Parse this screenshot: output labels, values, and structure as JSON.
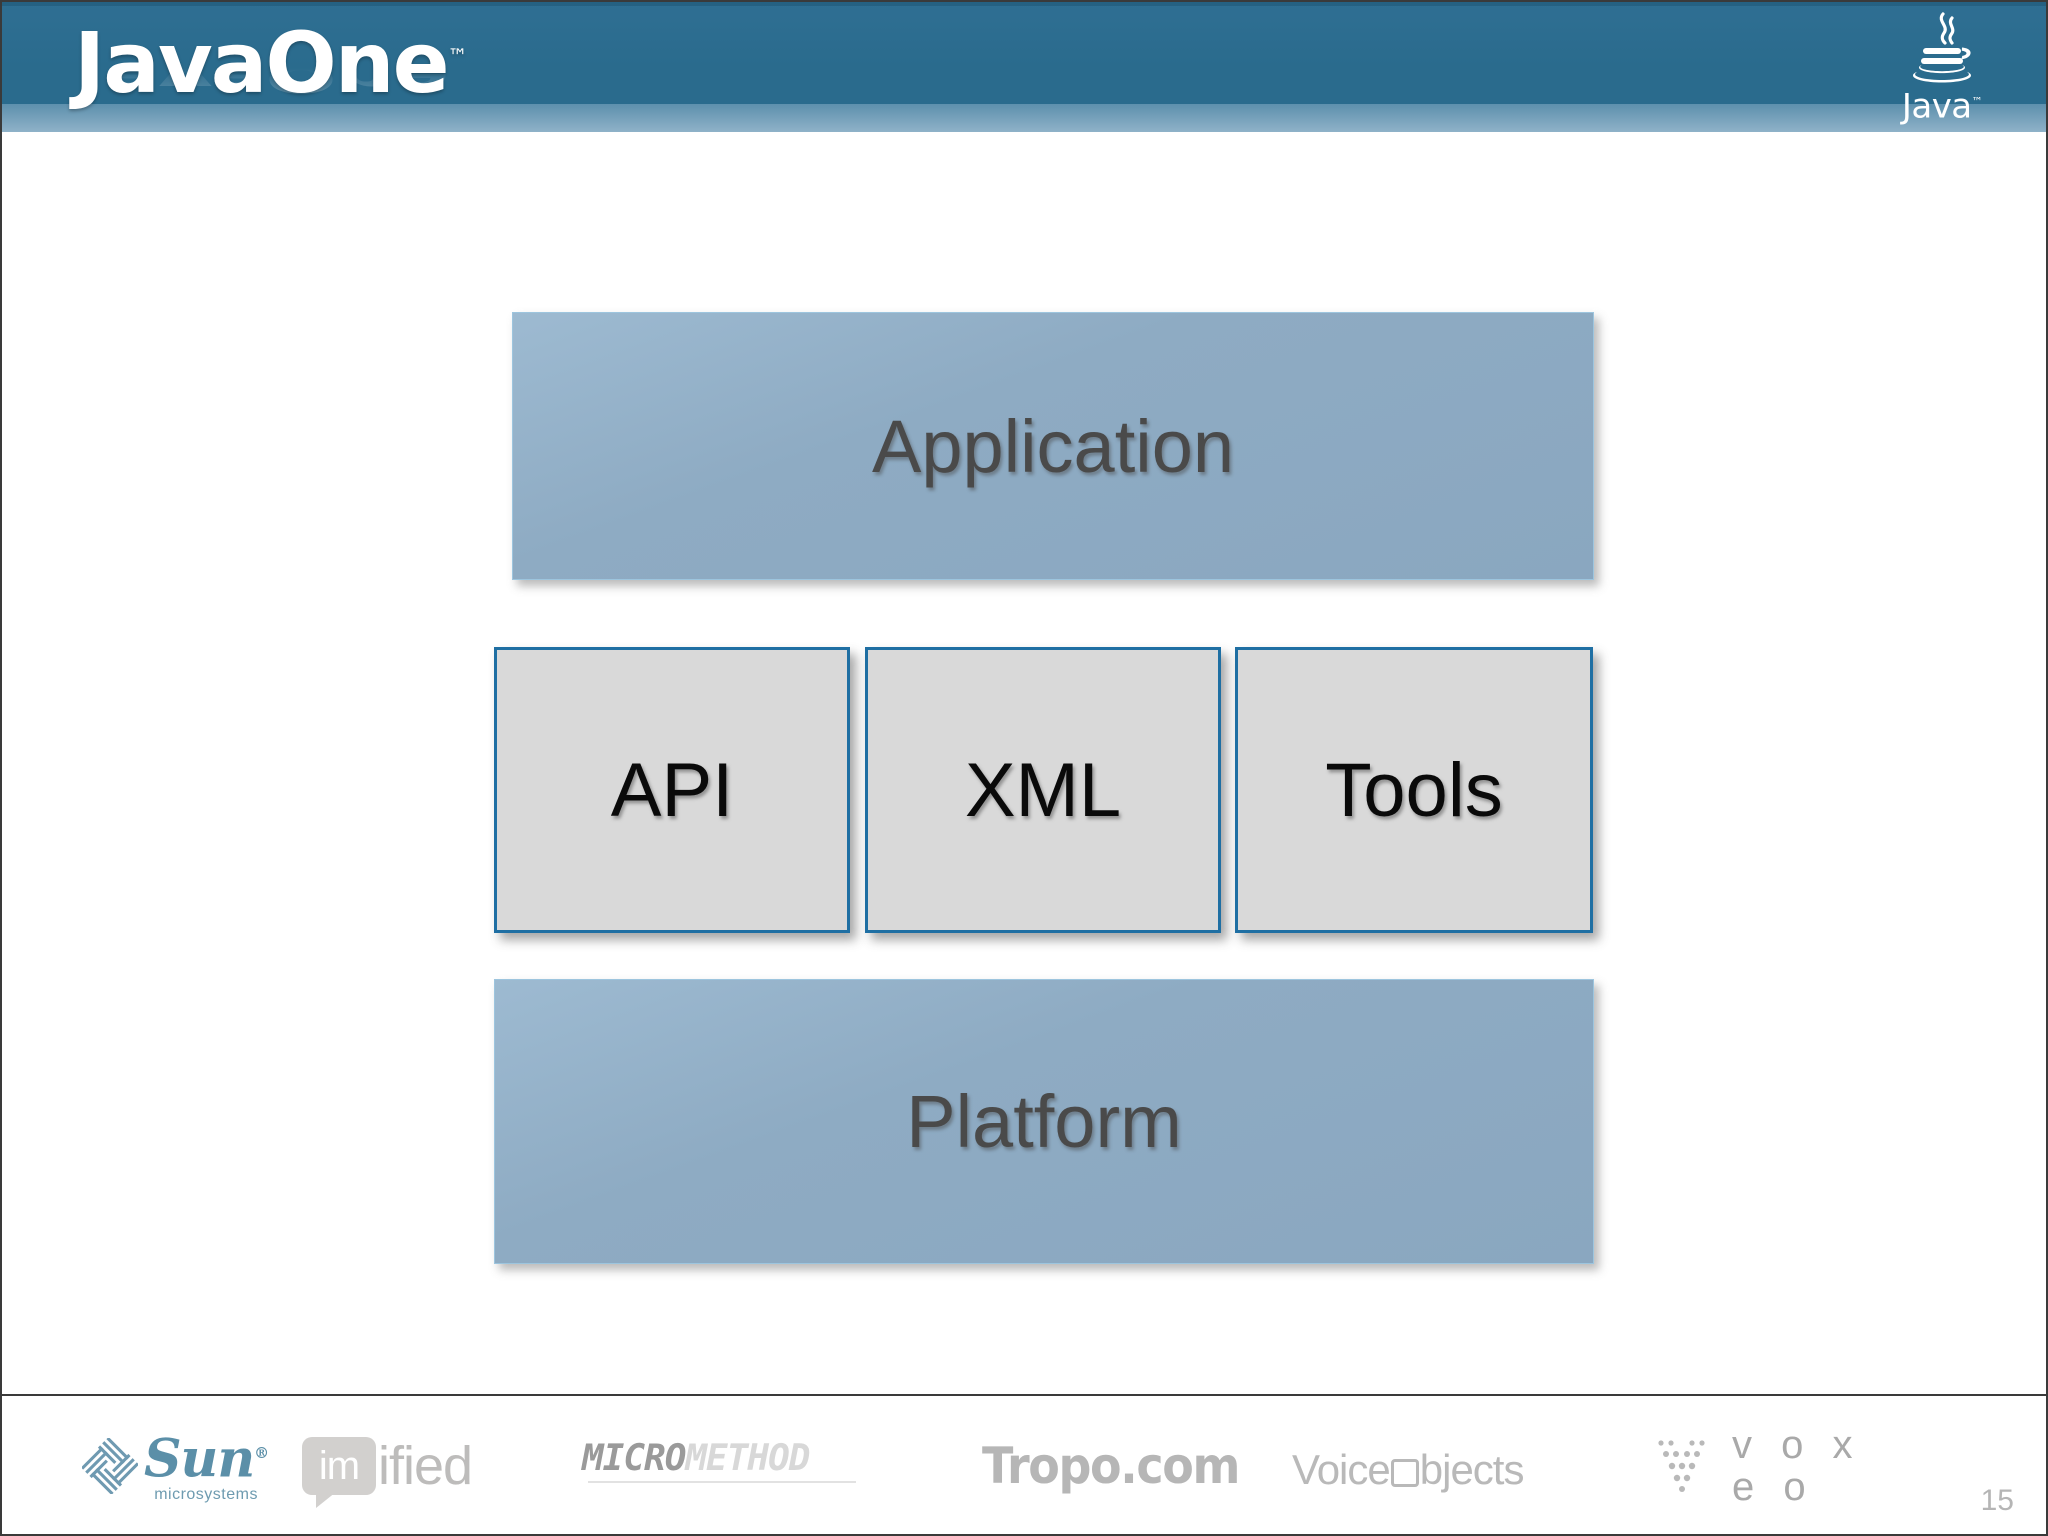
{
  "slide": {
    "page_number": "15",
    "background_color": "#ffffff"
  },
  "header": {
    "brand": "JavaOne",
    "brand_trademark": "™",
    "background_color": "#2a6b8d",
    "reflection_color": "#6f9cb6",
    "java_logo": {
      "icon": "java-coffee-cup-icon",
      "wordmark": "Java",
      "trademark": "™"
    }
  },
  "diagram": {
    "type": "layered-stack",
    "layers": [
      {
        "id": "application",
        "label": "Application",
        "style": "blue",
        "fill_color": "#8eabc3",
        "border_color": "#9dc5de",
        "text_color": "#4a4a4a"
      },
      {
        "id": "middle-row",
        "style": "gray",
        "fill_color": "#d9d9d9",
        "border_color": "#1f6fa3",
        "text_color": "#0a0a0a",
        "items": [
          {
            "id": "api",
            "label": "API"
          },
          {
            "id": "xml",
            "label": "XML"
          },
          {
            "id": "tools",
            "label": "Tools"
          }
        ]
      },
      {
        "id": "platform",
        "label": "Platform",
        "style": "blue",
        "fill_color": "#8eabc3",
        "border_color": "#9dc5de",
        "text_color": "#4a4a4a"
      }
    ]
  },
  "footer": {
    "sponsors": [
      {
        "id": "sun",
        "name": "Sun",
        "subtitle": "microsystems",
        "registered": "®",
        "icon": "sun-diamond-weave-icon",
        "color": "#5b8fa8"
      },
      {
        "id": "imified",
        "bubble_text": "im",
        "rest_text": "ified",
        "icon": "speech-bubble-icon",
        "color": "#bdbcbb"
      },
      {
        "id": "micromethod",
        "part_a": "MICRO",
        "part_b": "METHOD",
        "color": "#9a9a9a"
      },
      {
        "id": "tropo",
        "name": "Tropo.com",
        "color": "#b6b6b6"
      },
      {
        "id": "voiceobjects",
        "prefix": "Voice",
        "suffix": "bjects",
        "icon": "square-o-icon",
        "color": "#b9b9b9"
      },
      {
        "id": "voxeo",
        "name": "v o x e o",
        "icon": "dotted-v-icon",
        "color": "#a9a9a9"
      }
    ]
  }
}
